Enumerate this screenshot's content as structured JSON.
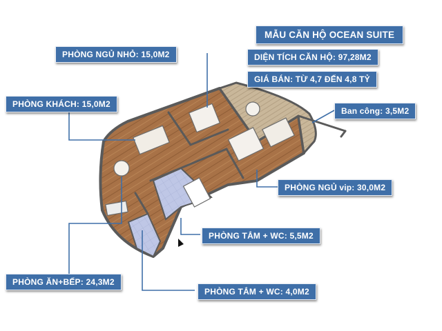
{
  "header": {
    "title": "MẪU CĂN HỘ OCEAN SUITE",
    "area": "DIỆN TÍCH CĂN HỘ: 97,28M2",
    "price": "GIÁ BÁN:  TỪ 4,7 ĐẾN 4,8 TỶ"
  },
  "rooms": {
    "small_bedroom": "PHÒNG NGỦ NHỎ: 15,0M2",
    "living_room": "PHÒNG KHÁCH: 15,0M2",
    "balcony": "Ban công: 3,5M2",
    "vip_bedroom": "PHÒNG NGỦ vip: 30,0M2",
    "bathroom_1": "PHÒNG TẮM + WC: 5,5M2",
    "dining_kitchen": "PHÒNG ĂN+BẾP: 24,3M2",
    "bathroom_2": "PHÒNG TẮM + WC: 4,0M2"
  },
  "colors": {
    "label_bg": "#3f6fa8",
    "leader_line": "#3f6fa8",
    "wood_floor": "#a87247",
    "tile_floor": "#bfc7e6",
    "balcony_floor": "#c9b79a",
    "wall": "#5a5a5a"
  },
  "icons": {
    "north_arrow": "triangle-pointer-icon"
  }
}
